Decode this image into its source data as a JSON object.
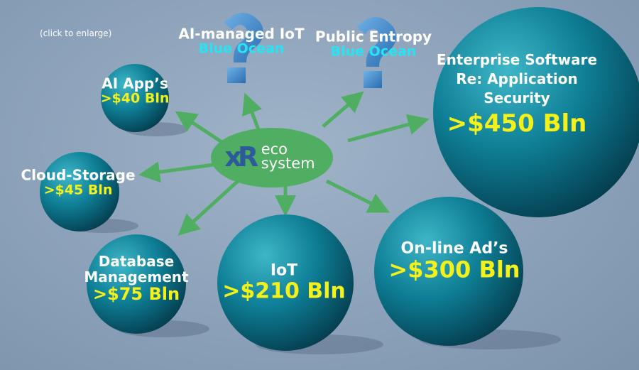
{
  "note": "(click to enlarge)",
  "center": {
    "logo_prefix": "xR",
    "logo_top": "eco",
    "logo_bottom": "system"
  },
  "question_nodes": [
    {
      "title": "AI-managed IoT",
      "subtitle": "Blue Ocean"
    },
    {
      "title": "Public Entropy",
      "subtitle": "Blue Ocean"
    }
  ],
  "spheres": [
    {
      "title": "AI App’s",
      "value": ">$40 Bln"
    },
    {
      "title": "Cloud-Storage",
      "value": ">$45 Bln"
    },
    {
      "title": "Database Management",
      "value": ">$75 Bln"
    },
    {
      "title": "IoT",
      "value": ">$210 Bln"
    },
    {
      "title": "On-line Ad’s",
      "value": ">$300 Bln"
    },
    {
      "title": "Enterprise Software Re: Application Security",
      "value": ">$450 Bln"
    }
  ],
  "colors": {
    "sphere": "#0e7f96",
    "arrow": "#4fae62",
    "value": "#f4f01a",
    "blue_ocean": "#27e4f2"
  }
}
